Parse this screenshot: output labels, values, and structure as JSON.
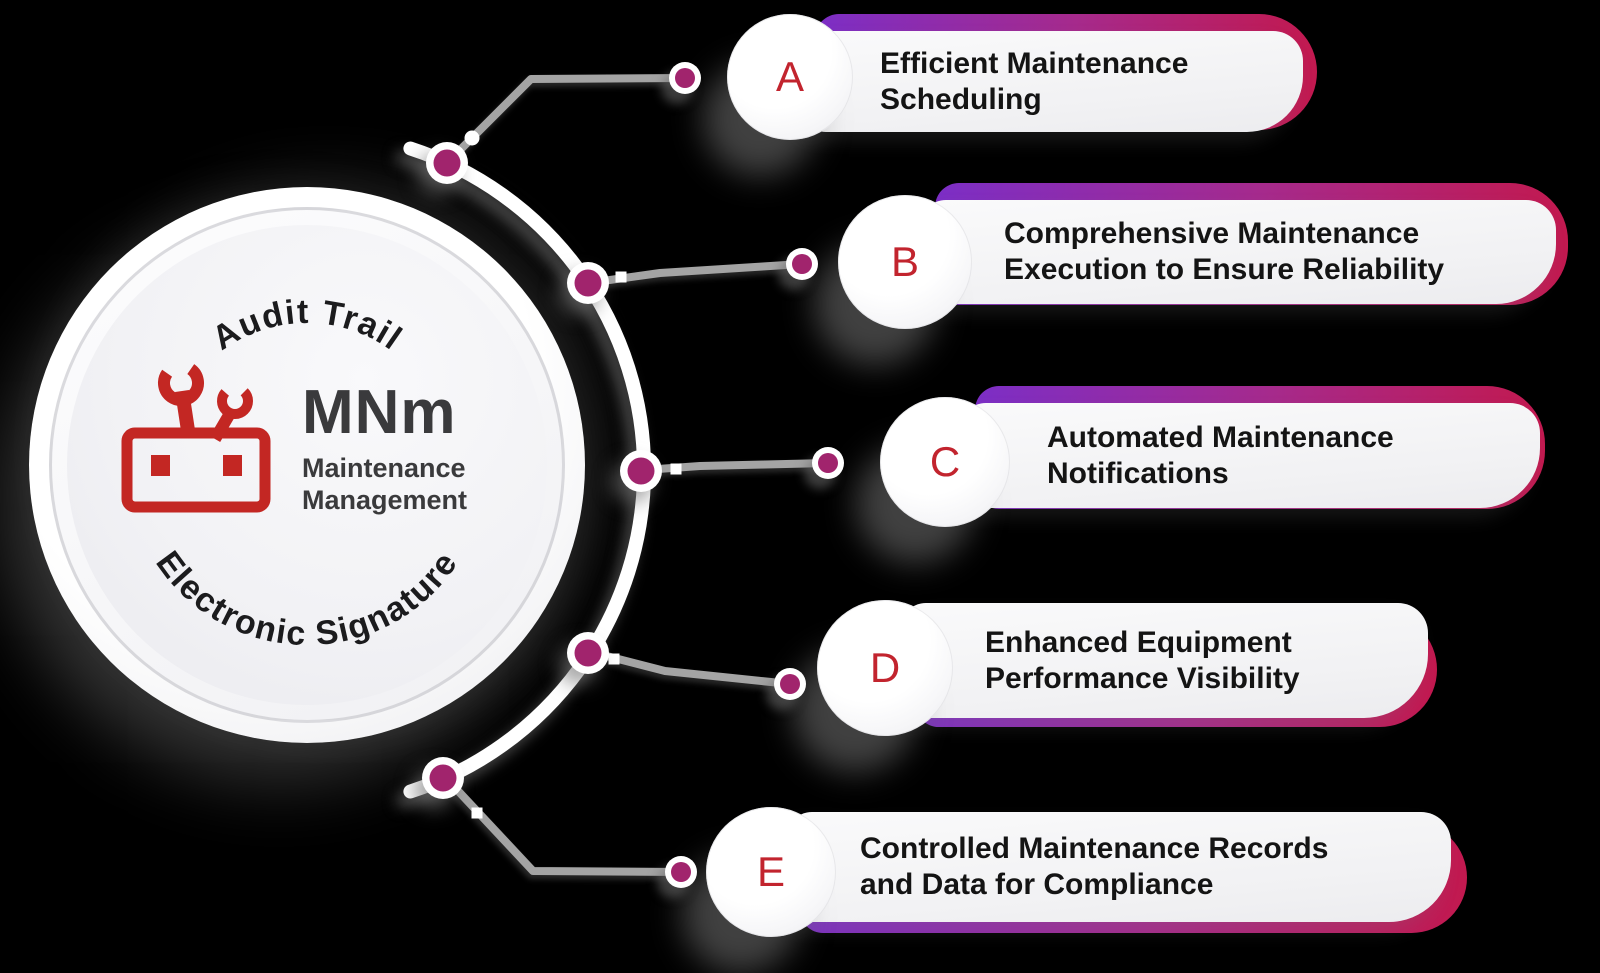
{
  "canvas": {
    "background": "#000000"
  },
  "medallion": {
    "arc_label_top": "Audit Trail",
    "arc_label_bottom": "Electronic Signature",
    "abbr": "MNm",
    "name_line1": "Maintenance",
    "name_line2": "Management",
    "icon": "toolbox-wrenches-icon"
  },
  "items": [
    {
      "letter": "A",
      "line1": "Efficient Maintenance",
      "line2": "Scheduling"
    },
    {
      "letter": "B",
      "line1": "Comprehensive Maintenance",
      "line2": "Execution to Ensure Reliability"
    },
    {
      "letter": "C",
      "line1": "Automated Maintenance",
      "line2": "Notifications"
    },
    {
      "letter": "D",
      "line1": "Enhanced Equipment",
      "line2": "Performance Visibility"
    },
    {
      "letter": "E",
      "line1": "Controlled Maintenance Records",
      "line2": "and Data for Compliance"
    }
  ],
  "colors": {
    "gradient_start": "#7C2EC6",
    "gradient_mid": "#A62A8C",
    "gradient_end": "#C2194F",
    "node_magenta": "#A1246D",
    "letter_red": "#C2242E",
    "icon_red": "#C32723",
    "abbr_gray": "#3A3A3C",
    "connector_gray": "#A4A4A4",
    "text_dark": "#141414"
  }
}
